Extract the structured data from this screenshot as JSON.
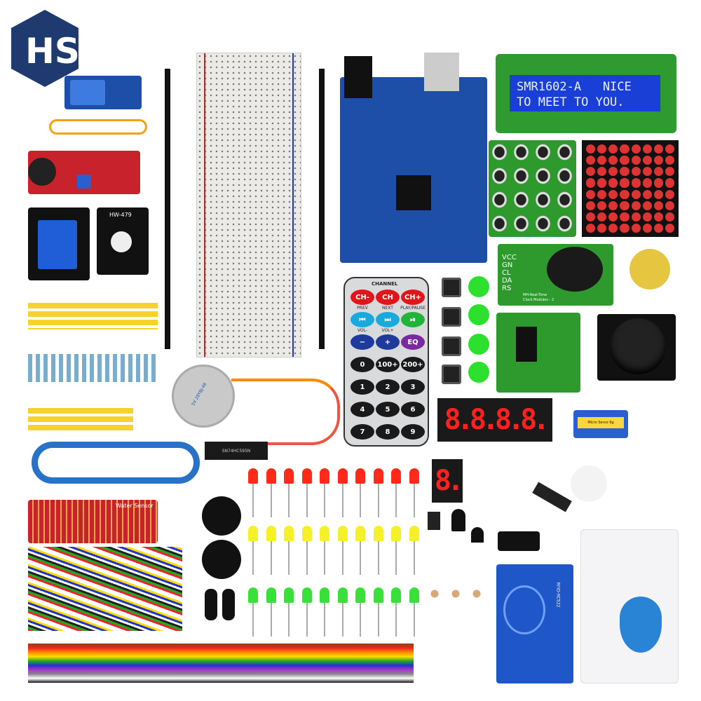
{
  "logo": {
    "text": "HS"
  },
  "lcd": {
    "line1": "SMR1602-A   NICE",
    "line2": "TO MEET TO YOU."
  },
  "remote": {
    "header": "CHANNEL",
    "row1": [
      "CH-",
      "CH",
      "CH+"
    ],
    "row1_labels": [
      "PREV",
      "NEXT",
      "PLAY/PAUSE"
    ],
    "row2": [
      "⏮",
      "⏭",
      "⏯"
    ],
    "row2_labels": [
      "VOL-",
      "VOL+",
      ""
    ],
    "row3": [
      "−",
      "+",
      "EQ"
    ],
    "row4": [
      "0",
      "100+",
      "200+"
    ],
    "row5": [
      "1",
      "2",
      "3"
    ],
    "row6": [
      "4",
      "5",
      "6"
    ],
    "row7": [
      "7",
      "8",
      "9"
    ],
    "colors": {
      "red": "#e0161b",
      "cyan": "#19a9dc",
      "green": "#22b43a",
      "navy": "#1e3a9a",
      "purple": "#7a2a9c",
      "black": "#1a1a1a"
    }
  },
  "seven_segment_4": "8.8.8.8.",
  "seven_segment_1": "8.",
  "rtc": {
    "pins": [
      "VCC",
      "GN",
      "CL",
      "DA",
      "RS"
    ],
    "label1": "MH-Real-Time",
    "label2": "Clock Modules - 2"
  },
  "rgb_module": {
    "label": "HW-479"
  },
  "rfid": {
    "label": "RFID-RC522"
  },
  "water_sensor": {
    "label": "Water Sensor"
  },
  "servo": {
    "label": "Micro Servo 9g"
  },
  "stepper": {
    "label": "5V 28YBJ-48"
  },
  "chip": {
    "label": "SN74HC595N"
  }
}
